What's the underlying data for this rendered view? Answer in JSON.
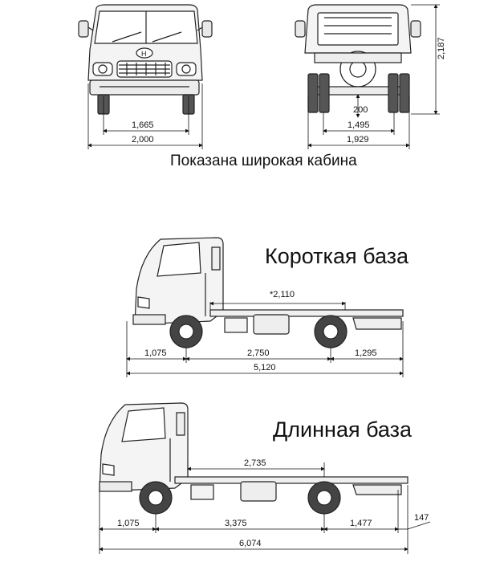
{
  "captions": {
    "wide_cab": "Показана широкая кабина",
    "short_base": "Короткая база",
    "long_base": "Длинная база"
  },
  "front_view": {
    "track_width": "1,665",
    "overall_width": "2,000"
  },
  "rear_view": {
    "height": "2,187",
    "ground_clearance": "200",
    "rear_track": "1,495",
    "rear_width": "1,929"
  },
  "short_wheelbase": {
    "frame_length": "*2,110",
    "front_overhang": "1,075",
    "wheelbase": "2,750",
    "rear_overhang": "1,295",
    "overall_length": "5,120"
  },
  "long_wheelbase": {
    "frame_length": "2,735",
    "front_overhang": "1,075",
    "wheelbase": "3,375",
    "rear_overhang": "1,477",
    "extra_overhang": "147",
    "overall_length": "6,074"
  },
  "brand_logo": "hyundai-logo"
}
